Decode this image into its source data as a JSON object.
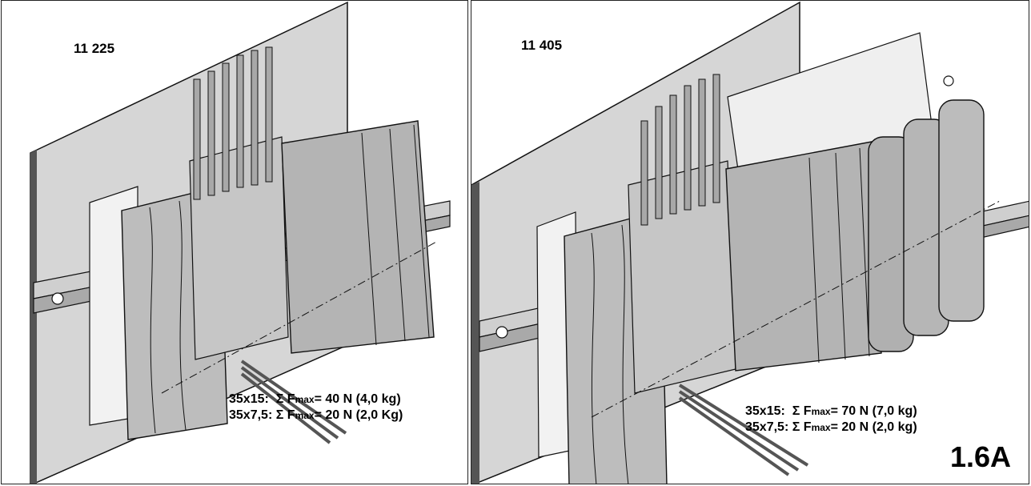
{
  "left_panel": {
    "model": "11 225",
    "spec": [
      {
        "profile": "35x15:",
        "sym": "Σ",
        "f": "F",
        "sub": "max",
        "value": "= 40 N (4,0 kg)"
      },
      {
        "profile": "35x7,5:",
        "sym": "Σ",
        "f": "F",
        "sub": "max",
        "value": "= 20 N (2,0 Kg)"
      }
    ]
  },
  "right_panel": {
    "model": "11 405",
    "spec": [
      {
        "profile": "35x15:",
        "sym": "Σ",
        "f": "F",
        "sub": "max",
        "value": "= 70 N (7,0 kg)"
      },
      {
        "profile": "35x7,5:",
        "sym": "Σ",
        "f": "F",
        "sub": "max",
        "value": "= 20 N (2,0 kg)"
      }
    ],
    "figure_label": "1.6A"
  },
  "colors": {
    "wall": "#d6d6d6",
    "wall_edge": "#555555",
    "module": "#b9b9b9",
    "module_dark": "#8e8e8e",
    "outline": "#111111"
  }
}
